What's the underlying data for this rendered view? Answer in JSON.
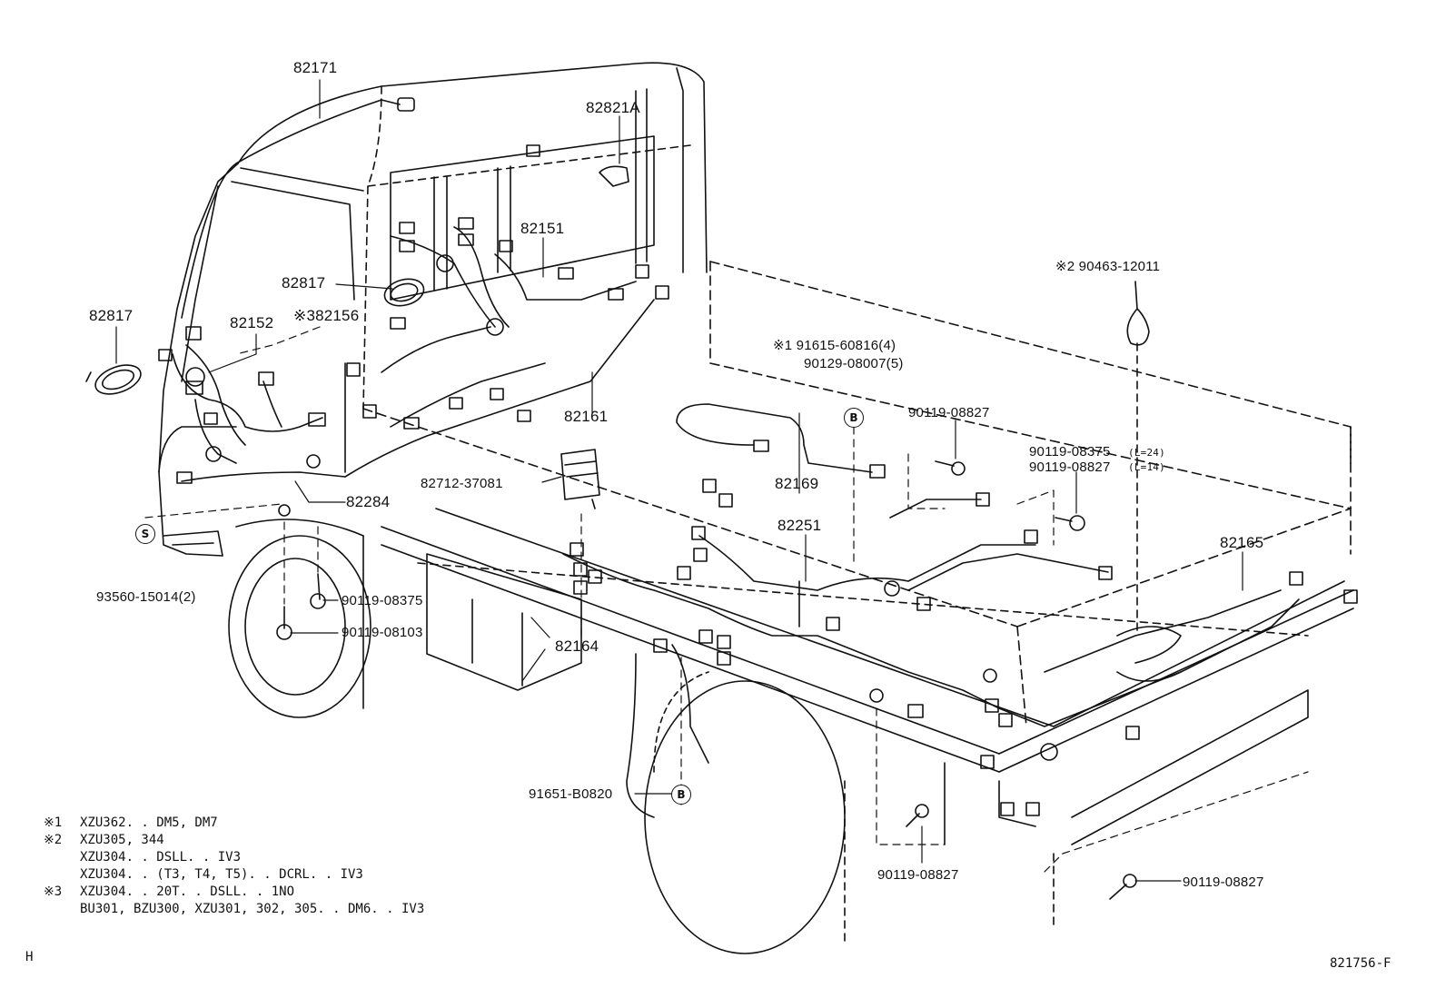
{
  "parts": {
    "p82171": "82171",
    "p82821A": "82821A",
    "p82151": "82151",
    "p82817_top": "82817",
    "p82817_left": "82817",
    "p82152": "82152",
    "p82156": "※382156",
    "p82161": "82161",
    "p82712": "82712-37081",
    "p82284": "82284",
    "p93560": "93560-15014(2)",
    "p90119_08375a": "90119-08375",
    "p90119_08103": "90119-08103",
    "p82164": "82164",
    "p82169": "82169",
    "p82251": "82251",
    "p82165": "82165",
    "p90463": "※2 90463-12011",
    "p91615": "※1 91615-60816(4)",
    "p90129": "90129-08007(5)",
    "p90119_08827a": "90119-08827",
    "p90119_08375b": "90119-08375",
    "p90119_08827b": "90119-08827",
    "l24": "(L=24)",
    "l14": "(L=14)",
    "p91651": "91651-B0820",
    "p90119_08827c": "90119-08827",
    "p90119_08827d": "90119-08827"
  },
  "markers": {
    "s": "S",
    "b1": "B",
    "b2": "B"
  },
  "notes": [
    {
      "mark": "※1",
      "text": "XZU362. . DM5, DM7"
    },
    {
      "mark": "※2",
      "text": "XZU305, 344"
    },
    {
      "mark": "",
      "text": "XZU304. . DSLL. . IV3"
    },
    {
      "mark": "",
      "text": "XZU304. . (T3, T4, T5). . DCRL. . IV3"
    },
    {
      "mark": "※3",
      "text": "XZU304. . 20T. . DSLL. . 1NO"
    },
    {
      "mark": "",
      "text": "BU301, BZU300, XZU301, 302, 305. . DM6. . IV3"
    }
  ],
  "corner_left": "H",
  "corner_right": "821756-F"
}
